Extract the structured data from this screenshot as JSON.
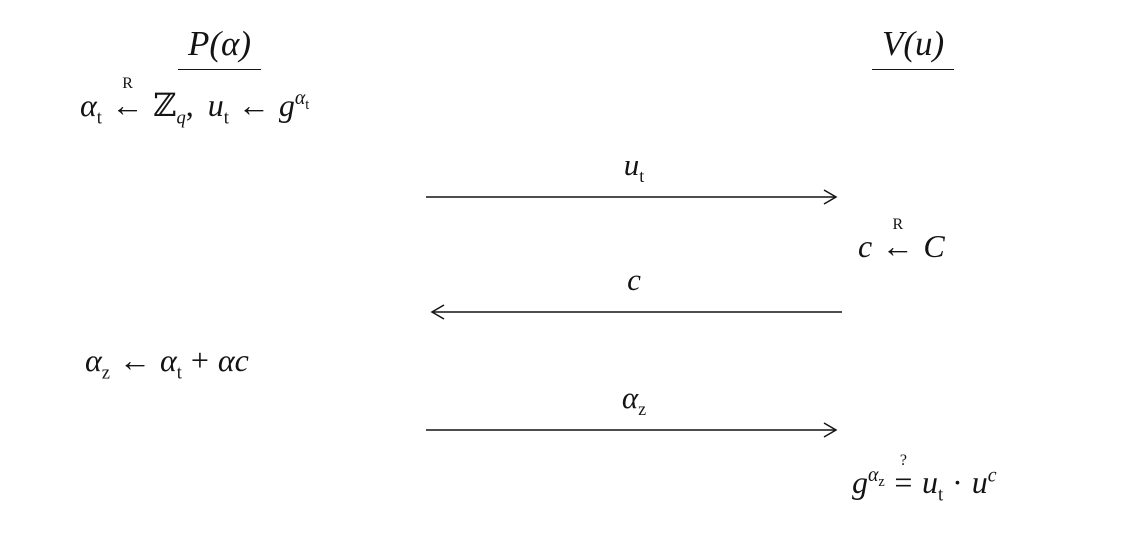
{
  "colors": {
    "ink": "#141414",
    "background": "#ffffff"
  },
  "prover": {
    "header": "P(α)",
    "commit": {
      "alpha": "α",
      "alpha_sub": "t",
      "sample_r": "R",
      "sample_arrow": "←",
      "group": "ℤ",
      "group_sub": "q",
      "comma": ",",
      "u": "u",
      "u_sub": "t",
      "gets": "←",
      "g": "g",
      "exp_base": "α",
      "exp_sub": "t"
    },
    "response": {
      "alpha": "α",
      "alpha_sub": "z",
      "gets": "←",
      "alpha_t": "α",
      "alpha_t_sub": "t",
      "plus": "+",
      "alpha2": "α",
      "c": "c"
    }
  },
  "verifier": {
    "header": "V(u)",
    "challenge": {
      "c": "c",
      "sample_r": "R",
      "sample_arrow": "←",
      "set": "C"
    },
    "check": {
      "g": "g",
      "exp_base": "α",
      "exp_sub": "z",
      "question": "?",
      "equals": "=",
      "u": "u",
      "u_sub": "t",
      "cdot": "·",
      "u2": "u",
      "u2_exp": "c"
    }
  },
  "messages": [
    {
      "direction": "right",
      "label": {
        "base": "u",
        "sub": "t"
      }
    },
    {
      "direction": "left",
      "label": {
        "base": "c",
        "sub": ""
      }
    },
    {
      "direction": "right",
      "label": {
        "base": "α",
        "sub": "z"
      }
    }
  ]
}
